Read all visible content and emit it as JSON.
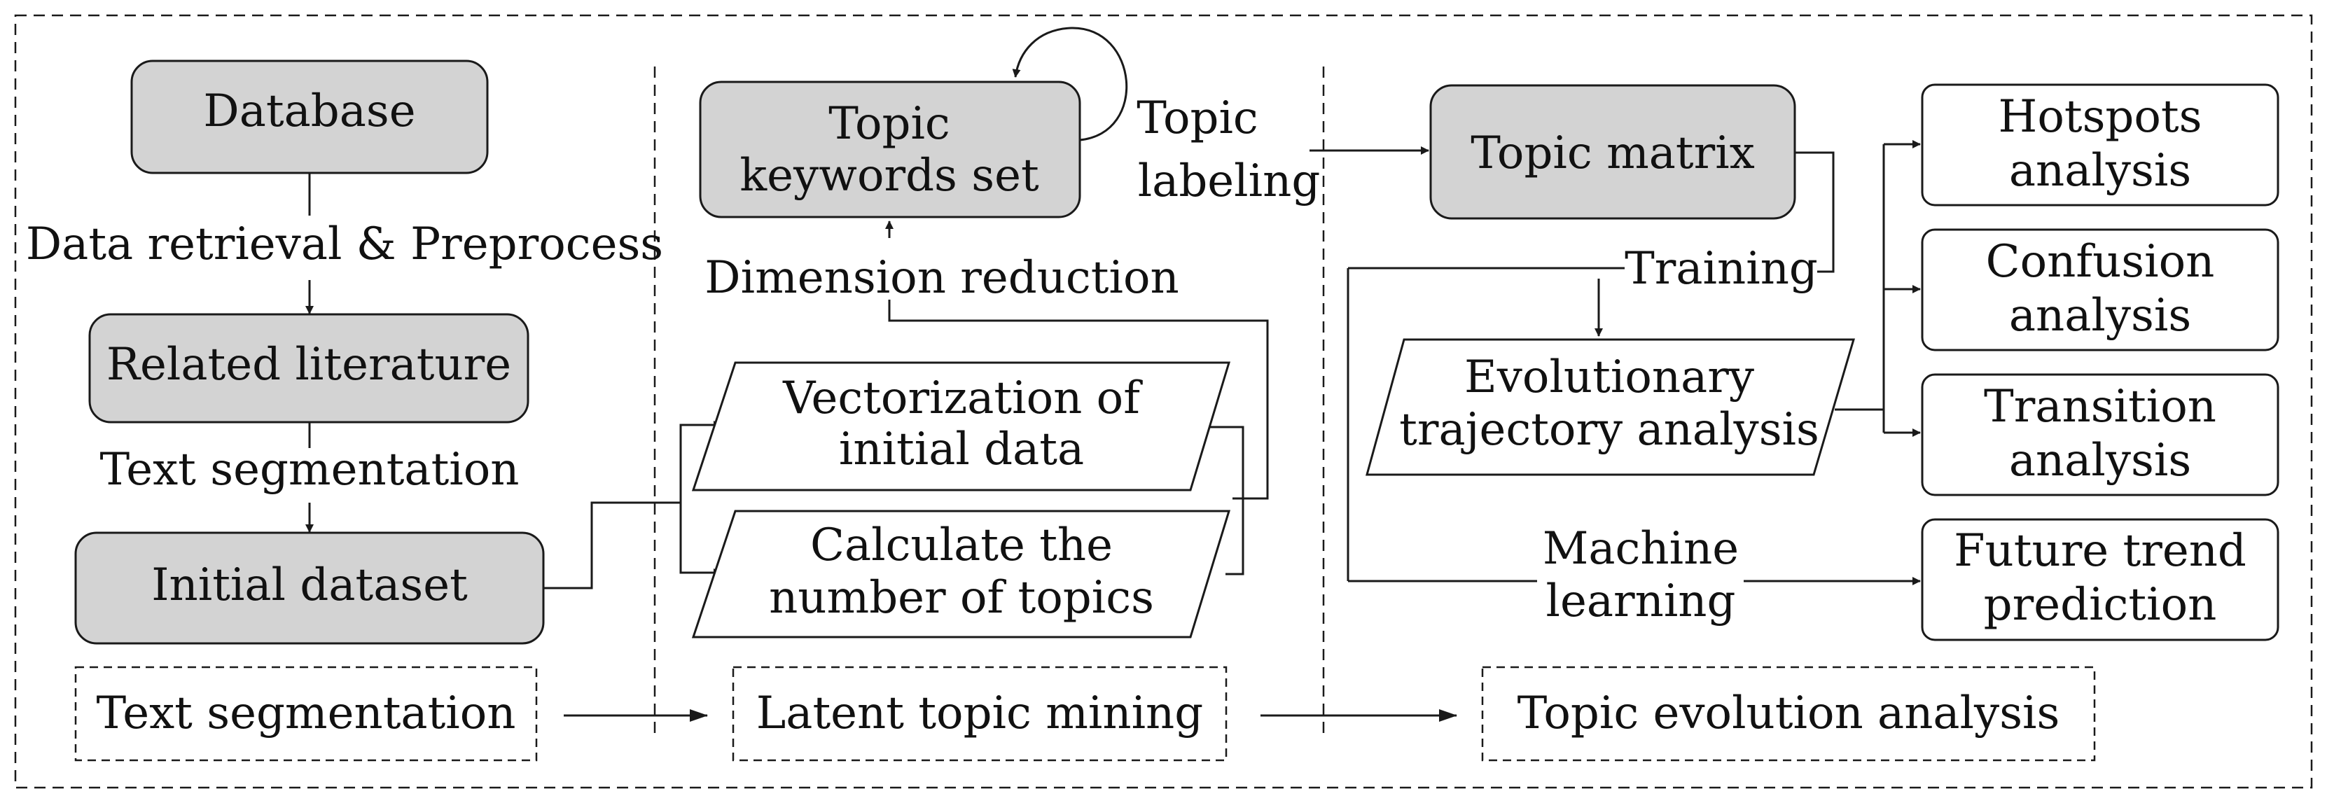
{
  "colors": {
    "box_fill": "#d3d3d3",
    "stroke": "#1a1a1a",
    "background": "#ffffff"
  },
  "stage1": {
    "database": "Database",
    "step1": "Data retrieval & Preprocess",
    "related_literature": "Related literature",
    "step2": "Text segmentation",
    "initial_dataset": "Initial dataset",
    "stage_label": "Text segmentation"
  },
  "stage2": {
    "topic_keywords_line1": "Topic",
    "topic_keywords_line2": "keywords set",
    "topic_labeling_line1": "Topic",
    "topic_labeling_line2": "labeling",
    "dimension_reduction": "Dimension reduction",
    "vectorization_line1": "Vectorization of",
    "vectorization_line2": "initial data",
    "calculate_line1": "Calculate the",
    "calculate_line2": "number of topics",
    "stage_label": "Latent topic mining"
  },
  "stage3": {
    "topic_matrix": "Topic matrix",
    "training": "Training",
    "evolutionary_line1": "Evolutionary",
    "evolutionary_line2": "trajectory analysis",
    "machine_learning_line1": "Machine",
    "machine_learning_line2": "learning",
    "hotspots_line1": "Hotspots",
    "hotspots_line2": "analysis",
    "confusion_line1": "Confusion",
    "confusion_line2": "analysis",
    "transition_line1": "Transition",
    "transition_line2": "analysis",
    "future_line1": "Future trend",
    "future_line2": "prediction",
    "stage_label": "Topic evolution analysis"
  }
}
